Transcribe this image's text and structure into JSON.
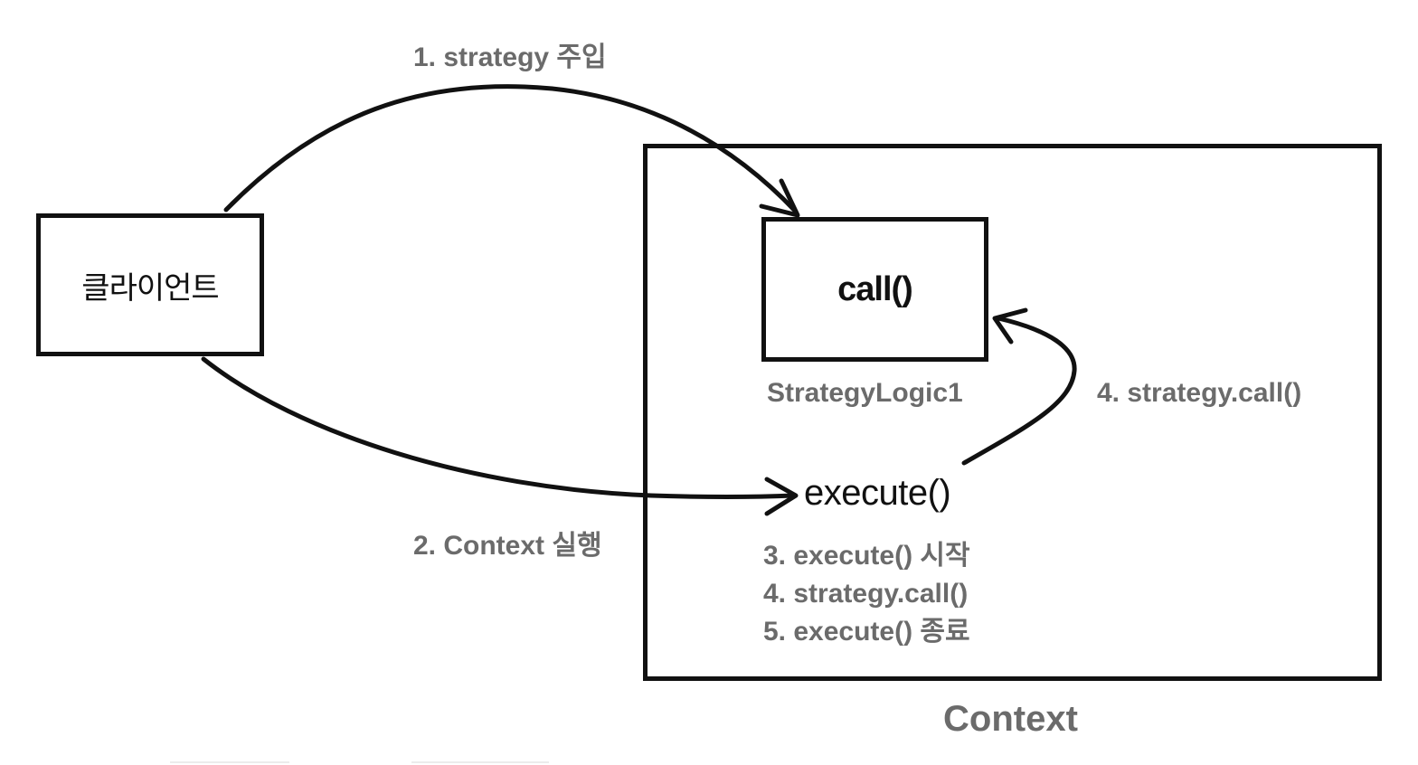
{
  "client": {
    "label": "클라이언트"
  },
  "context": {
    "label": "Context"
  },
  "strategy": {
    "method_label": "call()",
    "name": "StrategyLogic1"
  },
  "execute": {
    "label": "execute()"
  },
  "arrows": {
    "inject_label": "1. strategy 주입",
    "run_label": "2. Context 실행",
    "call_label": "4. strategy.call()"
  },
  "flow_steps": [
    "3. execute() 시작",
    "4. strategy.call()",
    "5. execute() 종료"
  ],
  "colors": {
    "stroke": "#111111",
    "annotation": "#6b6b6b"
  }
}
